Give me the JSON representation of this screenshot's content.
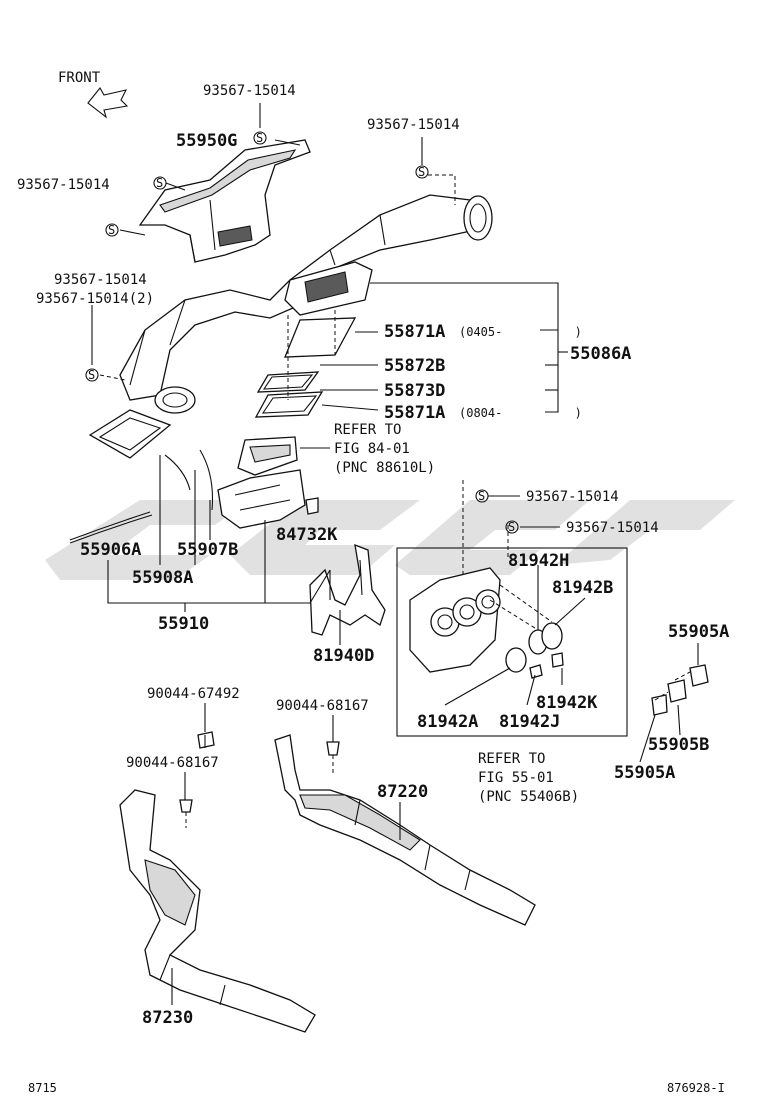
{
  "diagram": {
    "front_label": "FRONT",
    "watermark_brand": "gray-oem-logo",
    "footer_left": "8715",
    "footer_right": "876928-I",
    "callouts": {
      "p93567_top": "93567-15014",
      "p93567_right": "93567-15014",
      "p55950G": "55950G",
      "p93567_left": "93567-15014",
      "p93567_mid": "93567-15014",
      "p93567_mid2": "93567-15014(2)",
      "p55871A_1": "55871A",
      "p55871A_1_range": "(0405-          )",
      "p55872B": "55872B",
      "p55873D": "55873D",
      "p55871A_2": "55871A",
      "p55871A_2_range": "(0804-          )",
      "p55086A": "55086A",
      "refer1_l1": "REFER TO",
      "refer1_l2": "FIG 84-01",
      "refer1_l3": "(PNC 88610L)",
      "p93567_c1": "93567-15014",
      "p93567_c2": "93567-15014",
      "p55906A": "55906A",
      "p55907B": "55907B",
      "p84732K": "84732K",
      "p55908A": "55908A",
      "p55910": "55910",
      "p81940D": "81940D",
      "p81942H": "81942H",
      "p81942B": "81942B",
      "p81942K": "81942K",
      "p81942A": "81942A",
      "p81942J": "81942J",
      "refer2_l1": "REFER TO",
      "refer2_l2": "FIG 55-01",
      "refer2_l3": "(PNC 55406B)",
      "p55905A_top": "55905A",
      "p55905B": "55905B",
      "p55905A_bot": "55905A",
      "p90044_a": "90044-67492",
      "p90044_b": "90044-68167",
      "p90044_c": "90044-68167",
      "p87220": "87220",
      "p87230": "87230"
    }
  }
}
